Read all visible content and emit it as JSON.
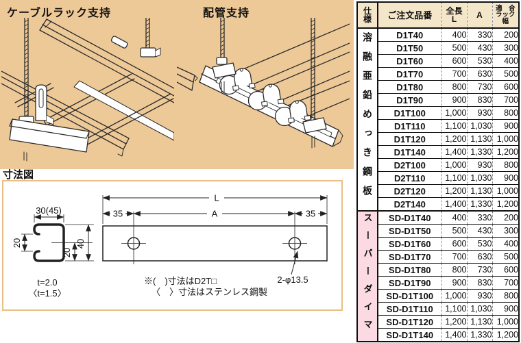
{
  "colors": {
    "panel_peach": "#eec998",
    "header_cream": "#f4e6c9",
    "superdyma_pink": "#fbdae4",
    "figure_border": "#eabe84",
    "line_black": "#111111"
  },
  "illustrations": {
    "cable_rack_title": "ケーブルラック支持",
    "pipe_support_title": "配管支持"
  },
  "figure": {
    "title": "寸法図",
    "labels": {
      "width": "30(45)",
      "lip": "20",
      "half": "20",
      "height": "40",
      "thickness": "t=2.0",
      "thickness_alt": "〈t=1.5〉",
      "length": "L",
      "span": "A",
      "end_left": "35",
      "end_right": "35",
      "holes": "2-φ13.5",
      "note1": "※(　)寸法はD2T□",
      "note2": "〈　〉寸法はステンレス鋼製"
    }
  },
  "table": {
    "headers": {
      "spec": "仕様",
      "spec_line1": "仕",
      "spec_line2": "様",
      "code": "ご注文品番",
      "length_line1": "全長",
      "length_line2": "L",
      "a": "A",
      "rack_line1": "適　合",
      "rack_line2": "ラック幅"
    },
    "sections": [
      {
        "spec": "溶融亜鉛めっき鋼板",
        "bg": "#ffffff",
        "style": "vs1",
        "rows": [
          [
            "D1T40",
            "400",
            "330",
            "200"
          ],
          [
            "D1T50",
            "500",
            "430",
            "300"
          ],
          [
            "D1T60",
            "600",
            "530",
            "400"
          ],
          [
            "D1T70",
            "700",
            "630",
            "500"
          ],
          [
            "D1T80",
            "800",
            "730",
            "600"
          ],
          [
            "D1T90",
            "900",
            "830",
            "700"
          ],
          [
            "D1T100",
            "1,000",
            "930",
            "800"
          ],
          [
            "D1T110",
            "1,100",
            "1,030",
            "900"
          ],
          [
            "D1T120",
            "1,200",
            "1,130",
            "1,000"
          ],
          [
            "D1T140",
            "1,400",
            "1,330",
            "1,200"
          ],
          [
            "D2T100",
            "1,000",
            "930",
            "800"
          ],
          [
            "D2T110",
            "1,100",
            "1,030",
            "900"
          ],
          [
            "D2T120",
            "1,200",
            "1,130",
            "1,000"
          ],
          [
            "D2T140",
            "1,400",
            "1,330",
            "1,200"
          ]
        ]
      },
      {
        "spec": "スーパーダイマ",
        "bg": "#fbdae4",
        "style": "vs2",
        "rows": [
          [
            "SD-D1T40",
            "400",
            "330",
            "200"
          ],
          [
            "SD-D1T50",
            "500",
            "430",
            "300"
          ],
          [
            "SD-D1T60",
            "600",
            "530",
            "400"
          ],
          [
            "SD-D1T70",
            "700",
            "630",
            "500"
          ],
          [
            "SD-D1T80",
            "800",
            "730",
            "600"
          ],
          [
            "SD-D1T90",
            "900",
            "830",
            "700"
          ],
          [
            "SD-D1T100",
            "1,000",
            "930",
            "800"
          ],
          [
            "SD-D1T110",
            "1,100",
            "1,030",
            "900"
          ],
          [
            "SD-D1T120",
            "1,200",
            "1,130",
            "1,000"
          ],
          [
            "SD-D1T140",
            "1,400",
            "1,330",
            "1,200"
          ]
        ]
      }
    ]
  }
}
